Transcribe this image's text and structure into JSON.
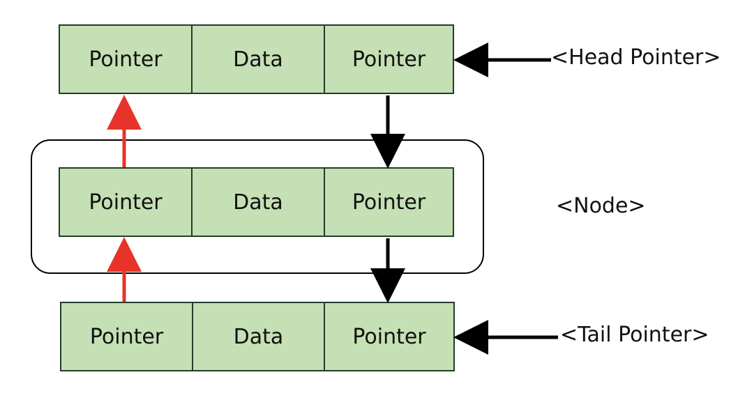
{
  "nodes": [
    {
      "cells": [
        "Pointer",
        "Data",
        "Pointer"
      ]
    },
    {
      "cells": [
        "Pointer",
        "Data",
        "Pointer"
      ]
    },
    {
      "cells": [
        "Pointer",
        "Data",
        "Pointer"
      ]
    }
  ],
  "labels": {
    "head": "<Head Pointer>",
    "node": "<Node>",
    "tail": "<Tail Pointer>"
  },
  "colors": {
    "cell_fill": "#c5e0b4",
    "cell_border": "#243b2a",
    "forward_arrow": "#000000",
    "backward_arrow": "#e8332a"
  }
}
